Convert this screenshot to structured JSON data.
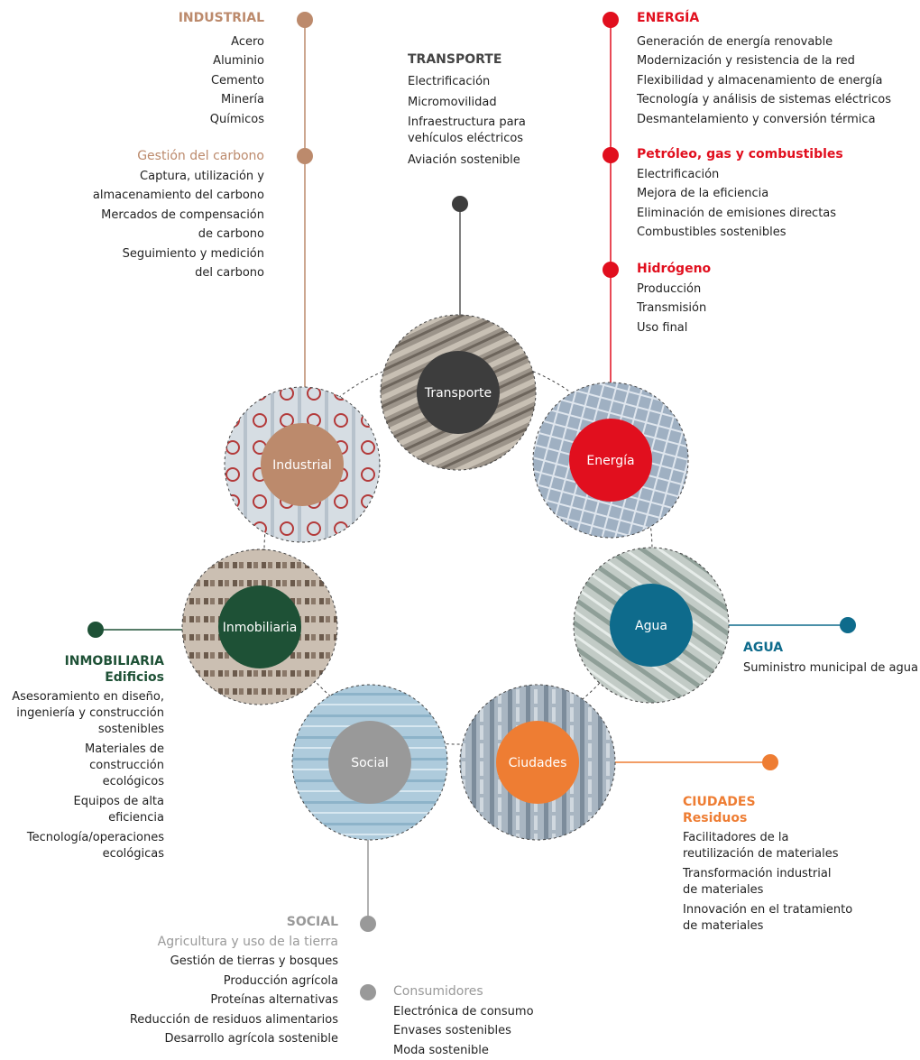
{
  "colors": {
    "industrial": "#bc8a6c",
    "transporte": "#3d3d3d",
    "energia": "#e10f1e",
    "agua": "#0e6b8c",
    "ciudades": "#ee7d33",
    "social": "#999999",
    "inmobiliaria": "#1e5136",
    "text": "#222222"
  },
  "hubs": {
    "industrial": "Industrial",
    "transporte": "Transporte",
    "energia": "Energía",
    "agua": "Agua",
    "ciudades": "Ciudades",
    "social": "Social",
    "inmobiliaria": "Inmobiliaria"
  },
  "industrial": {
    "title": "INDUSTRIAL",
    "items": [
      "Acero",
      "Aluminio",
      "Cemento",
      "Minería",
      "Químicos"
    ],
    "carbon_title": "Gestión del carbono",
    "carbon_items": [
      "Captura, utilización y",
      "almacenamiento del carbono",
      "Mercados de compensación",
      "de carbono",
      "Seguimiento y medición",
      "del carbono"
    ]
  },
  "transporte": {
    "title": "TRANSPORTE",
    "items": [
      "Electrificación",
      "Micromovilidad",
      "Infraestructura para vehículos eléctricos",
      "Aviación sostenible"
    ]
  },
  "energia": {
    "title": "ENERGÍA",
    "items": [
      "Generación de energía renovable",
      "Modernización y resistencia de la red",
      "Flexibilidad y almacenamiento de energía",
      "Tecnología y análisis de sistemas eléctricos",
      "Desmantelamiento y conversión térmica"
    ],
    "oil_title": "Petróleo, gas y combustibles",
    "oil_items": [
      "Electrificación",
      "Mejora de la eficiencia",
      "Eliminación de emisiones directas",
      "Combustibles sostenibles"
    ],
    "h2_title": "Hidrógeno",
    "h2_items": [
      "Producción",
      "Transmisión",
      "Uso final"
    ]
  },
  "agua": {
    "title": "AGUA",
    "items": [
      "Suministro municipal de agua"
    ]
  },
  "inmobiliaria": {
    "title": "INMOBILIARIA",
    "subtitle": "Edificios",
    "items": [
      "Asesoramiento en diseño, ingeniería y construcción sostenibles",
      "Materiales de construcción ecológicos",
      "Equipos de alta eficiencia",
      "Tecnología/operaciones ecológicas"
    ]
  },
  "ciudades": {
    "title": "CIUDADES",
    "subtitle": "Residuos",
    "items": [
      "Facilitadores de la reutilización de materiales",
      "Transformación industrial de materiales",
      "Innovación en el tratamiento de materiales"
    ]
  },
  "social": {
    "title": "SOCIAL",
    "agri_title": "Agricultura y uso de la tierra",
    "agri_items": [
      "Gestión de tierras y bosques",
      "Producción agrícola",
      "Proteínas alternativas",
      "Reducción de residuos alimentarios",
      "Desarrollo agrícola sostenible"
    ],
    "cons_title": "Consumidores",
    "cons_items": [
      "Electrónica de consumo",
      "Envases sostenibles",
      "Moda sostenible"
    ]
  }
}
